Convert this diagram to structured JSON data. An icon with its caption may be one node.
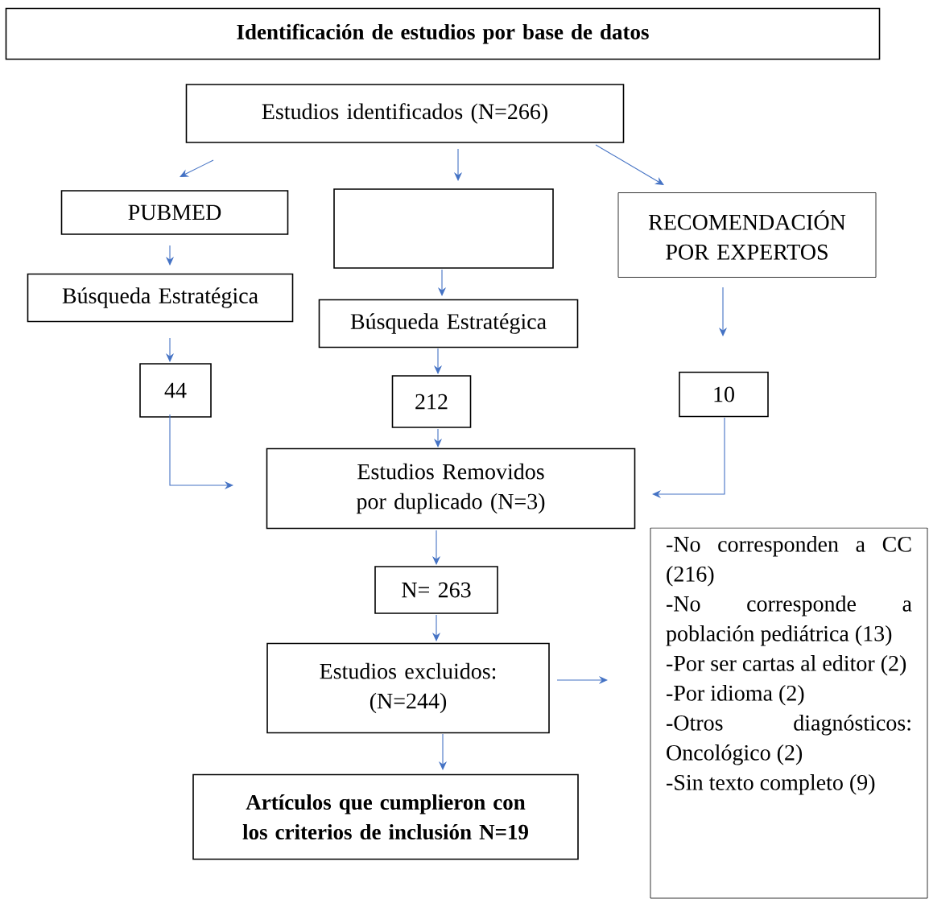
{
  "diagram": {
    "nodes": [
      {
        "text": [
          "Identificación de estudios por base de datos"
        ]
      },
      {
        "text": [
          "Estudios identificados (N=266)"
        ]
      },
      {
        "text": [
          "PUBMED"
        ]
      },
      {
        "text": [],
        "shape": "box"
      },
      {
        "text": [
          "RECOMENDACIÓN POR EXPERTOS"
        ]
      },
      {
        "text": [
          "Búsqueda Estratégica"
        ]
      },
      {
        "text": [
          "Búsqueda Estratégica"
        ]
      },
      {
        "text": [
          "44"
        ]
      },
      {
        "text": [
          "212"
        ]
      },
      {
        "text": [
          "10"
        ]
      },
      {
        "text": [
          "Estudios Removidos por duplicado (N=3)"
        ]
      },
      {
        "text": [
          "N= 263"
        ]
      },
      {
        "text": [
          "Estudios excluidos: (N=244)"
        ]
      },
      {
        "text": [
          "Artículos que cumplieron con los criterios de inclusión N=19"
        ]
      },
      {
        "text": [
          "-No corresponden a CC (216)",
          "-No corresponde a población pediátrica (13)",
          "-Por ser cartas al editor (2)",
          "-Por idioma (2)",
          "-Otros diagnósticos: Oncológico (2)",
          "-Sin texto completo (9)"
        ]
      }
    ],
    "edges": [
      {
        "from": 1,
        "to": 2,
        "arrow": "to"
      },
      {
        "from": 1,
        "to": 3,
        "arrow": "to"
      },
      {
        "from": 1,
        "to": 4,
        "arrow": "to"
      },
      {
        "from": 2,
        "to": 5,
        "arrow": "to"
      },
      {
        "from": 3,
        "to": 6,
        "arrow": "to"
      },
      {
        "from": 4,
        "to": 9,
        "arrow": "to"
      },
      {
        "from": 5,
        "to": 7,
        "arrow": "to"
      },
      {
        "from": 6,
        "to": 8,
        "arrow": "to"
      },
      {
        "from": 7,
        "to": 10,
        "arrow": "to"
      },
      {
        "from": 8,
        "to": 10,
        "arrow": "to"
      },
      {
        "from": 9,
        "to": 10,
        "arrow": "to"
      },
      {
        "from": 10,
        "to": 11,
        "arrow": "to"
      },
      {
        "from": 11,
        "to": 12,
        "arrow": "to"
      },
      {
        "from": 12,
        "to": 14,
        "arrow": "to"
      },
      {
        "from": 12,
        "to": 13,
        "arrow": "to"
      }
    ]
  }
}
